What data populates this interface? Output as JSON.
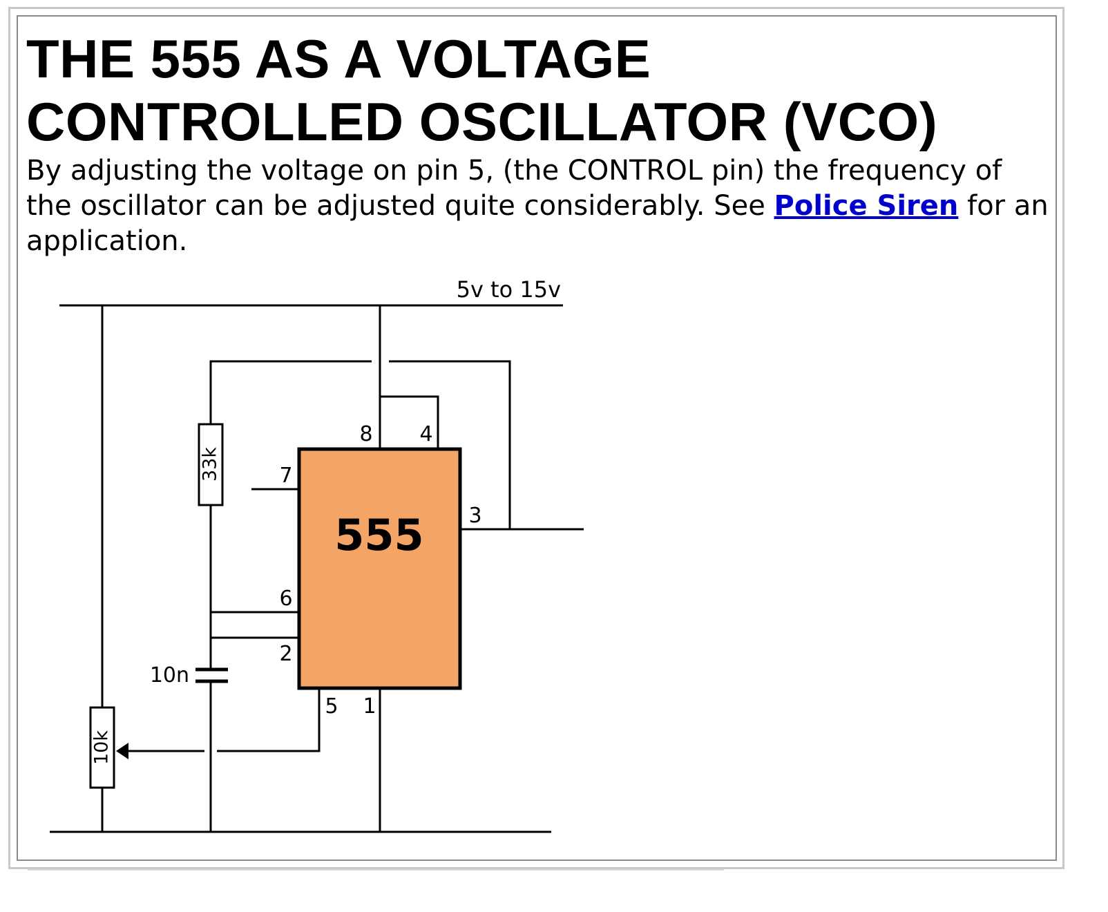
{
  "title": "THE 555 AS A VOLTAGE CONTROLLED OSCILLATOR (VCO)",
  "intro": {
    "before_link": "By adjusting the voltage on pin 5, (the CONTROL pin) the frequency of the oscillator can be adjusted quite considerably. See ",
    "link_text": "Police Siren",
    "after_link": " for an application."
  },
  "diagram": {
    "supply_label": "5v to 15v",
    "ic_label": "555",
    "ic_color": "#f4a464",
    "r1_label": "33k",
    "pot_label": "10k",
    "cap_label": "10n",
    "pins": {
      "p8": "8",
      "p4": "4",
      "p7": "7",
      "p3": "3",
      "p6": "6",
      "p2": "2",
      "p5": "5",
      "p1": "1"
    }
  }
}
